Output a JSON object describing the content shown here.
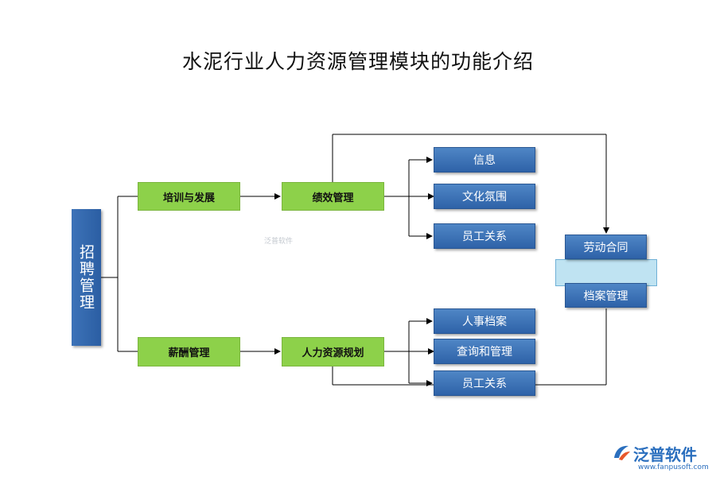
{
  "title": "水泥行业人力资源管理模块的功能介绍",
  "nodes": {
    "recruit": "招聘管理",
    "training": "培训与发展",
    "salary": "薪酬管理",
    "performance": "绩效管理",
    "hr_planning": "人力资源规划",
    "info": "信息",
    "culture": "文化氛围",
    "employee_rel_top": "员工关系",
    "personnel_archive": "人事档案",
    "query_manage": "查询和管理",
    "employee_rel_bottom": "员工关系",
    "labor_contract": "劳动合同",
    "archive_manage": "档案管理"
  },
  "colors": {
    "green": "#8dd14a",
    "blue": "#2e62a8",
    "light_blue": "#bfe3f2",
    "line": "#000000"
  },
  "watermark": {
    "center_text": "泛普软件",
    "logo_text": "泛普软件",
    "logo_url": "www.fanpusoft.com"
  }
}
